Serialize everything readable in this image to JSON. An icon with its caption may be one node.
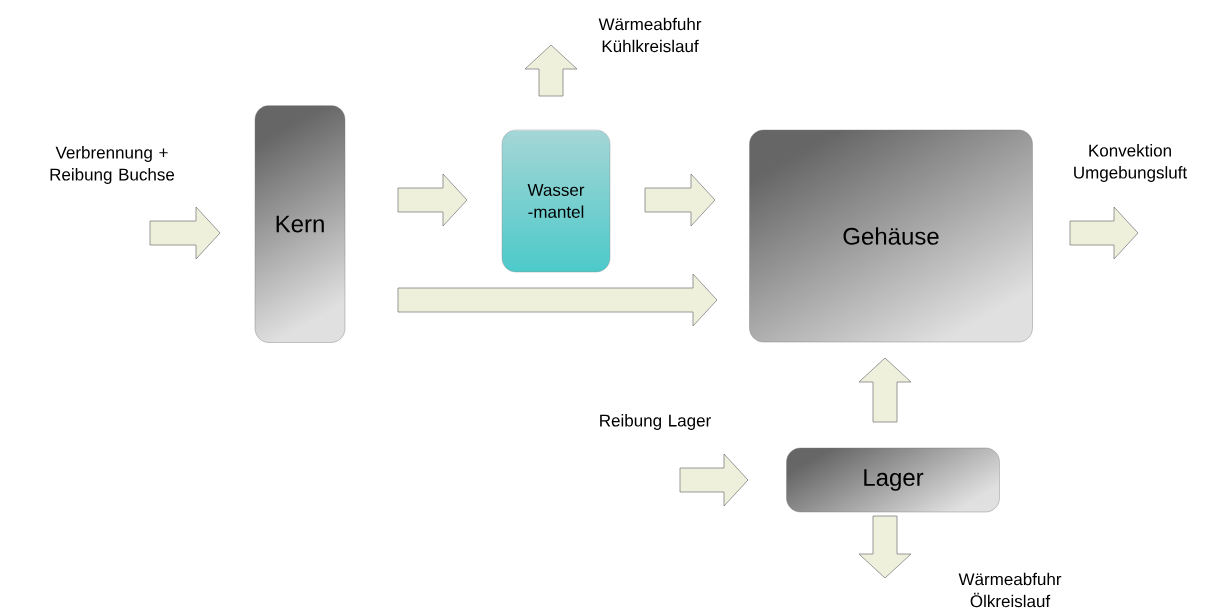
{
  "diagram": {
    "nodes": [
      {
        "text": [
          "Kern"
        ]
      },
      {
        "text": [
          "Wasser -mantel"
        ]
      },
      {
        "text": [
          "Gehäuse"
        ]
      },
      {
        "text": [
          "Lager"
        ]
      },
      {
        "text": [
          "Verbrennung + Reibung Buchse"
        ]
      },
      {
        "text": [
          "Wärmeabfuhr Kühlkreislauf"
        ]
      },
      {
        "text": [
          "Konvektion Umgebungsluft"
        ]
      },
      {
        "text": [
          "Reibung Lager"
        ]
      },
      {
        "text": [
          "Wärmeabfuhr Ölkreislauf"
        ]
      }
    ],
    "edges": [
      {
        "from": 4,
        "to": 0,
        "arrow": "to"
      },
      {
        "from": 0,
        "to": 1,
        "arrow": "to"
      },
      {
        "from": 1,
        "to": 5,
        "arrow": "to"
      },
      {
        "from": 1,
        "to": 2,
        "arrow": "to"
      },
      {
        "from": 0,
        "to": 2,
        "arrow": "to"
      },
      {
        "from": 2,
        "to": 6,
        "arrow": "to"
      },
      {
        "from": 7,
        "to": 3,
        "arrow": "to"
      },
      {
        "from": 3,
        "to": 2,
        "arrow": "to"
      },
      {
        "from": 3,
        "to": 8,
        "arrow": "to"
      }
    ]
  }
}
